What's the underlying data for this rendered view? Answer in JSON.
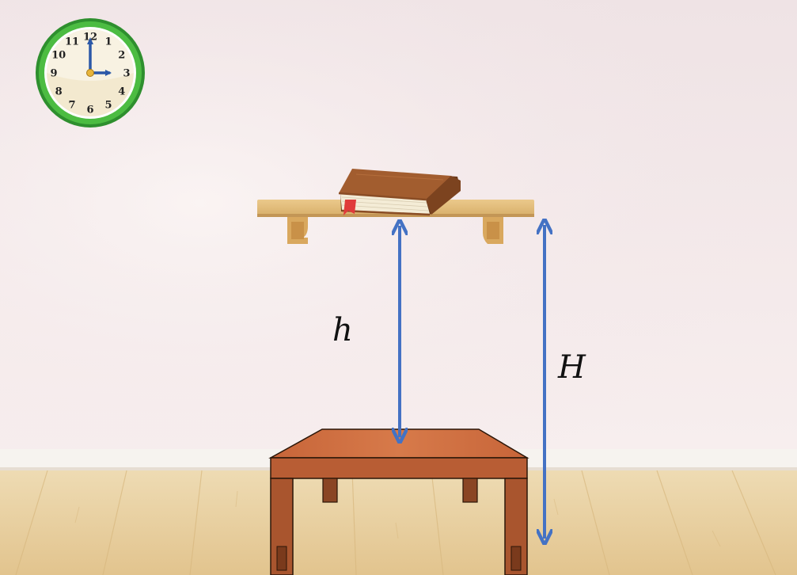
{
  "clock": {
    "numerals": [
      "12",
      "1",
      "2",
      "3",
      "4",
      "5",
      "6",
      "7",
      "8",
      "9",
      "10",
      "11"
    ],
    "hour_hand_points_to": 3,
    "minute_hand_points_to": 12
  },
  "labels": {
    "shelf_to_table_height": "h",
    "shelf_to_floor_height": "H"
  },
  "colors": {
    "wall_top": "#f1e6e8",
    "floor": "#e8cfa0",
    "arrow": "#4472c4",
    "shelf": "#e4c07f",
    "table_top": "#c8663a",
    "table_body": "#a0522d",
    "book_cover": "#9b5a2e",
    "clock_rim": "#3cae3a"
  }
}
